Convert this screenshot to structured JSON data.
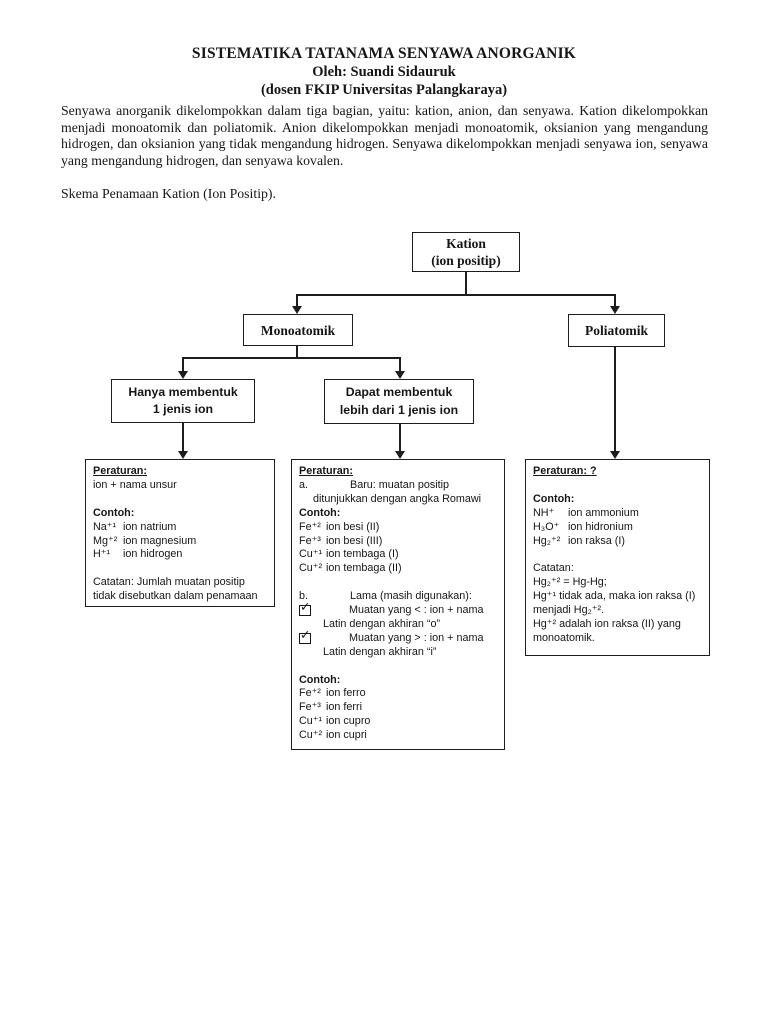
{
  "icons": {
    "check": "✓"
  },
  "document": {
    "title": "SISTEMATIKA TATANAMA SENYAWA ANORGANIK",
    "byline": "Oleh: Suandi Sidauruk",
    "affiliation": "(dosen FKIP Universitas Palangkaraya)",
    "intro": "Senyawa anorganik dikelompokkan dalam tiga bagian, yaitu: kation, anion, dan senyawa. Kation dikelompokkan menjadi monoatomik dan poliatomik. Anion dikelompokkan menjadi monoatomik, oksianion yang mengandung hidrogen, dan oksianion yang tidak mengandung hidrogen. Senyawa dikelompokkan menjadi senyawa ion, senyawa yang mengandung hidrogen, dan senyawa kovalen.",
    "scheme_caption": "Skema Penamaan Kation (Ion Positip)."
  },
  "flowchart": {
    "kation": {
      "line1": "Kation",
      "line2": "(ion positip)"
    },
    "monoatomik": {
      "label": "Monoatomik"
    },
    "poliatomik": {
      "label": "Poliatomik"
    },
    "hanya": {
      "line1": "Hanya membentuk",
      "line2": "1 jenis ion"
    },
    "dapat": {
      "line1": "Dapat membentuk",
      "line2": "lebih dari 1 jenis ion"
    },
    "left_box": {
      "heading": "Peraturan:",
      "rule": "ion + nama unsur",
      "contoh": "Contoh:",
      "examples": [
        {
          "f": "Na⁺¹",
          "t": "ion natrium"
        },
        {
          "f": "Mg⁺²",
          "t": "ion magnesium"
        },
        {
          "f": "H⁺¹",
          "t": "ion hidrogen"
        }
      ],
      "note": "Catatan: Jumlah muatan positip tidak disebutkan dalam penamaan"
    },
    "middle_box": {
      "heading": "Peraturan:",
      "item_a_label": "a.",
      "item_a_text": "Baru: muatan positip",
      "item_a_cont": "ditunjukkan dengan angka Romawi",
      "contoh1": "Contoh:",
      "examples_new": [
        {
          "f": "Fe⁺²",
          "t": "ion besi (II)"
        },
        {
          "f": "Fe⁺³",
          "t": "ion besi (III)"
        },
        {
          "f": "Cu⁺¹",
          "t": "ion tembaga (I)"
        },
        {
          "f": "Cu⁺²",
          "t": "ion tembaga (II)"
        }
      ],
      "item_b_label": "b.",
      "item_b_text": "Lama (masih digunakan):",
      "check1_text": "Muatan yang < : ion + nama",
      "check1_cont": "Latin dengan akhiran “o”",
      "check2_text": "Muatan yang > : ion + nama",
      "check2_cont": "Latin dengan akhiran “i”",
      "contoh2": "Contoh:",
      "examples_old": [
        {
          "f": "Fe⁺²",
          "t": "ion ferro"
        },
        {
          "f": "Fe⁺³",
          "t": "ion ferri"
        },
        {
          "f": "Cu⁺¹",
          "t": "ion cupro"
        },
        {
          "f": "Cu⁺²",
          "t": "ion cupri"
        }
      ]
    },
    "right_box": {
      "heading": "Peraturan: ?",
      "contoh": "Contoh:",
      "examples": [
        {
          "f": "NH⁺",
          "t": "ion ammonium"
        },
        {
          "f": "H₃O⁺",
          "t": "ion hidronium"
        },
        {
          "f": "Hg₂⁺²",
          "t": "ion raksa (I)"
        }
      ],
      "catatan": "Catatan:",
      "notes": [
        "Hg₂⁺² = Hg-Hg;",
        "Hg⁺¹ tidak ada, maka ion raksa (I) menjadi Hg₂⁺².",
        "Hg⁺² adalah ion raksa (II) yang monoatomik."
      ]
    }
  }
}
